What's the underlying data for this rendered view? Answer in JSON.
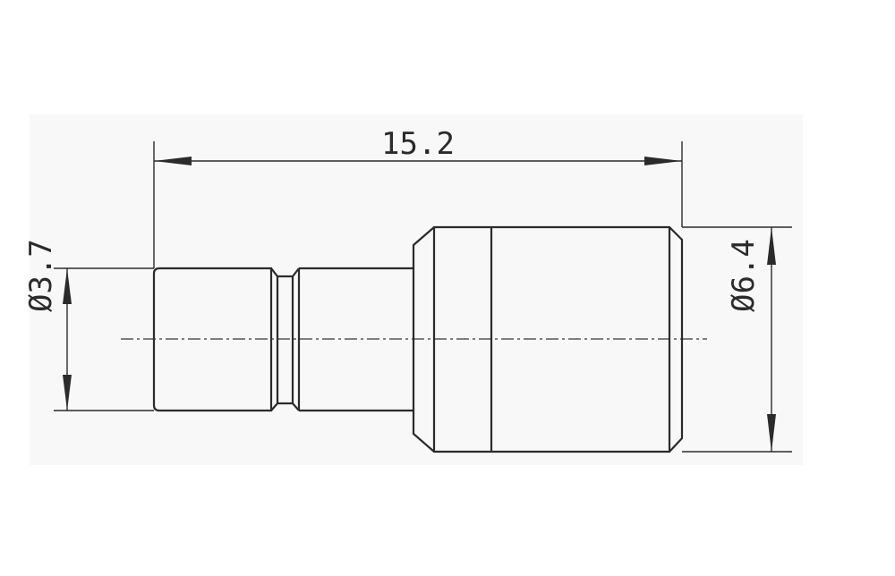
{
  "drawing": {
    "dimensions": {
      "overall_length": "15.2",
      "small_diameter": "Ø3.7",
      "large_diameter": "Ø6.4"
    },
    "line_color": "#2b2b2b",
    "panel_color": "#f8f8f8"
  }
}
